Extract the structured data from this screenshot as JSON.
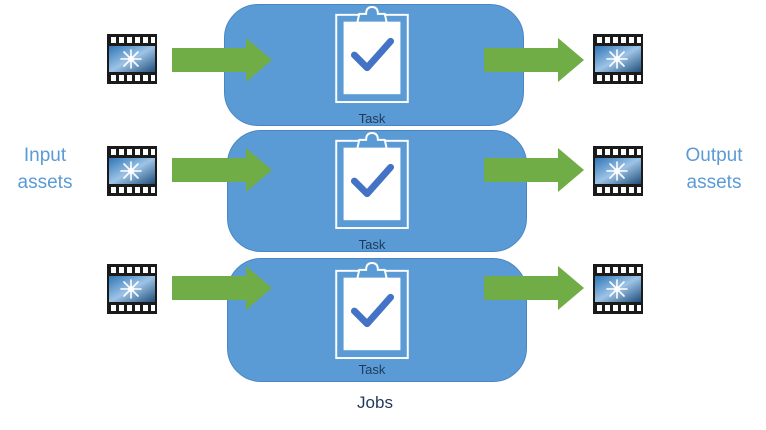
{
  "labels": {
    "input": [
      "Input",
      "assets"
    ],
    "output": [
      "Output",
      "assets"
    ],
    "jobs": "Jobs"
  },
  "jobs": [
    {
      "task_label": "Task"
    },
    {
      "task_label": "Task"
    },
    {
      "task_label": "Task"
    }
  ],
  "icons": {
    "asset": "film-strip-icon",
    "task": "clipboard-check-icon",
    "flow": "right-arrow-icon"
  },
  "colors": {
    "job_fill": "#5b9bd5",
    "arrow": "#70ad47",
    "label_blue": "#5b9bd5",
    "text_dark": "#1f3a5a",
    "check": "#4472c4"
  }
}
